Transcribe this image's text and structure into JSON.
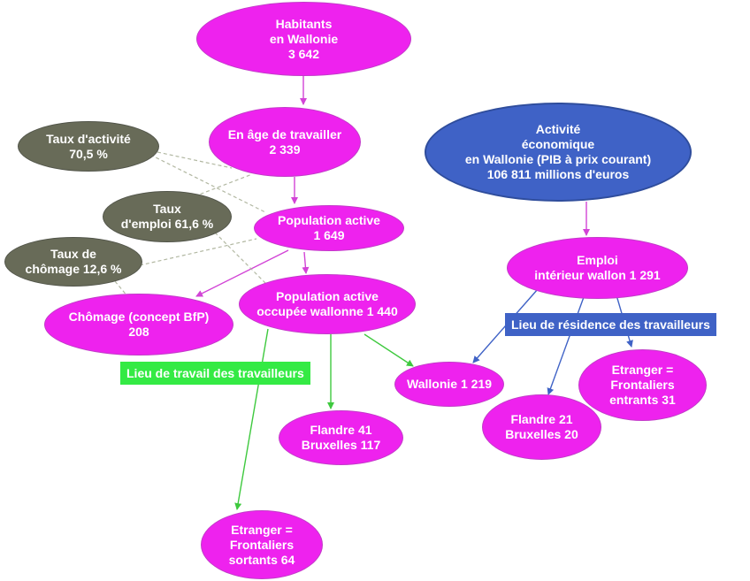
{
  "colors": {
    "node_magenta": "#ee22ee",
    "node_gray": "#686b58",
    "node_blue": "#3f62c6",
    "edge_magenta": "#d244d6",
    "edge_green": "#3ec93e",
    "edge_blue": "#3f62c6",
    "edge_gray": "#b2b8a2",
    "tag_green": "#34ea44",
    "tag_blue": "#3f62c6"
  },
  "nodes": {
    "habitants": {
      "lines": [
        "Habitants",
        "en Wallonie",
        "3 642"
      ]
    },
    "age_travailler": {
      "lines": [
        "En âge de travailler",
        "2 339"
      ]
    },
    "taux_activite": {
      "lines": [
        "Taux d'activité",
        "70,5 %"
      ]
    },
    "taux_emploi": {
      "lines": [
        "Taux",
        "d'emploi  61,6 %"
      ]
    },
    "taux_chomage": {
      "lines": [
        "Taux de",
        "chômage 12,6 %"
      ]
    },
    "population_active": {
      "lines": [
        "Population active",
        "1 649"
      ]
    },
    "chomage": {
      "lines": [
        "Chômage (concept BfP)",
        "208"
      ]
    },
    "population_occupee": {
      "lines": [
        "Population active",
        "occupée wallonne  1 440"
      ]
    },
    "activite_economique": {
      "lines": [
        "Activité",
        "économique",
        "en Wallonie (PIB à prix courant)",
        "106 811 millions d'euros"
      ]
    },
    "emploi_interieur": {
      "lines": [
        "Emploi",
        "intérieur wallon  1 291"
      ]
    },
    "wallonie": {
      "lines": [
        "Wallonie 1 219"
      ]
    },
    "flandre_bruxelles_travail": {
      "lines": [
        "Flandre  41",
        "Bruxelles  117"
      ]
    },
    "etranger_sortants": {
      "lines": [
        "Etranger =",
        "Frontaliers",
        "sortants 64"
      ]
    },
    "flandre_bruxelles_residence": {
      "lines": [
        "Flandre  21",
        "Bruxelles  20"
      ]
    },
    "etranger_entrants": {
      "lines": [
        "Etranger =",
        "Frontaliers",
        "entrants  31"
      ]
    }
  },
  "labels": {
    "lieu_travail": "Lieu de travail des travailleurs",
    "lieu_residence": "Lieu de résidence des travailleurs"
  }
}
